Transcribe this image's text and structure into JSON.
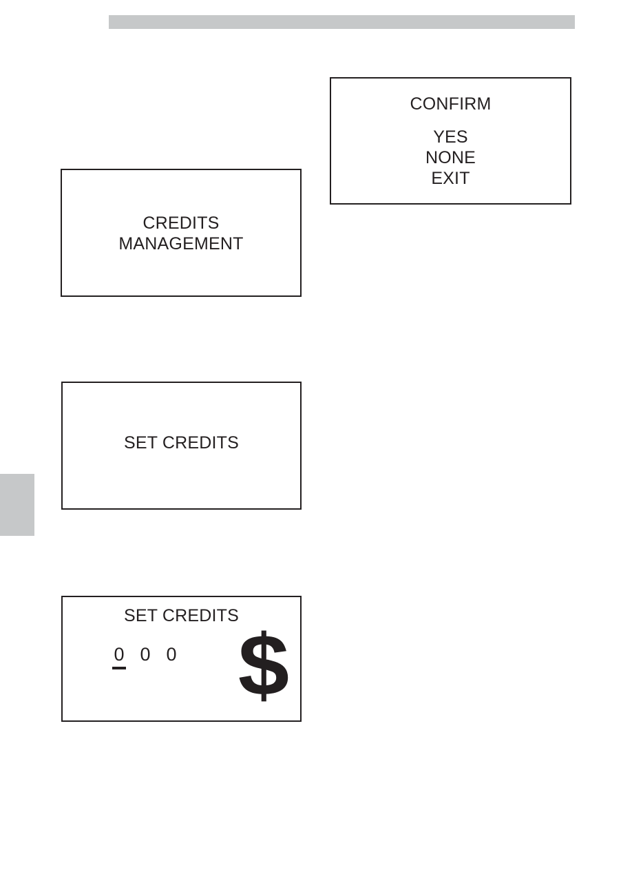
{
  "page": {
    "background_color": "#ffffff",
    "ink_color": "#231f20",
    "accent_gray": "#c6c8c9"
  },
  "header_bar": {
    "name": "header-rule",
    "label": ""
  },
  "edge_tab": {
    "name": "page-edge-tab",
    "label": ""
  },
  "screens": {
    "confirm": {
      "title": "CONFIRM",
      "options": [
        {
          "label": "YES"
        },
        {
          "label": "NONE"
        },
        {
          "label": "EXIT"
        }
      ]
    },
    "credits_management": {
      "line1": "CREDITS",
      "line2": "MANAGEMENT"
    },
    "set_credits": {
      "title": "SET CREDITS"
    },
    "set_credits_entry": {
      "title": "SET CREDITS",
      "digits": [
        {
          "value": "0",
          "selected": true
        },
        {
          "value": "0",
          "selected": false
        },
        {
          "value": "0",
          "selected": false
        }
      ],
      "currency_symbol": "$"
    }
  }
}
